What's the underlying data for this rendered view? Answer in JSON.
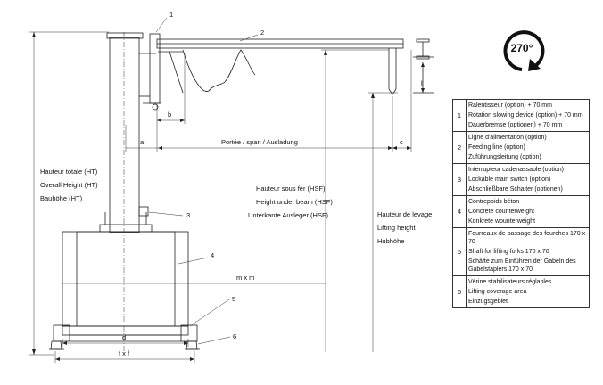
{
  "labels": {
    "callout_1": "1",
    "callout_2": "2",
    "callout_3": "3",
    "callout_4": "4",
    "callout_5": "5",
    "callout_6": "6",
    "dim_a": "a",
    "dim_b": "b",
    "dim_c": "c",
    "dim_d": "d",
    "dim_l": "l",
    "dim_mxm": "m x m",
    "dim_fxf": "f x f",
    "span": "Portée / span / Ausladung",
    "total_height": [
      "Hauteur totale (HT)",
      "Overall Height (HT)",
      "Bauhöhe (HT)"
    ],
    "height_under_beam": [
      "Hauteur sous fer (HSF)",
      "Height under beam (HSF)",
      "Unterkante Ausleger (HSF)"
    ],
    "lifting_height": [
      "Hauteur de levage",
      "Lifting height",
      "Hubhöhe"
    ],
    "rotation": "270°"
  },
  "legend": [
    {
      "num": "1",
      "lines": [
        "Ralentisseur (option) + 70 mm",
        "Rotation slowing device (option) + 70 mm",
        "Dauerbremse (optionen) + 70 mm"
      ]
    },
    {
      "num": "2",
      "lines": [
        "Ligne d'alimentation (option)",
        "Feeding line (option)",
        "Zuführungsleitung (option)"
      ]
    },
    {
      "num": "3",
      "lines": [
        "Interrupteur cadenassable (option)",
        "Lockable main switch (option)",
        "Abschließbare Schalter (optionen)"
      ]
    },
    {
      "num": "4",
      "lines": [
        "Contrepoids béton",
        "Concrete counterweight",
        "Konkrete wounterweight"
      ]
    },
    {
      "num": "5",
      "lines": [
        "Fourreaux de passage des fourches 170 x 70",
        "Shaft for lifting forks 170 x 70",
        "Schäfte zum Einführen der Gabeln des Gabelstaplers 170 x 70"
      ]
    },
    {
      "num": "6",
      "lines": [
        "Vérine stabilisateurs réglables",
        "Lifting coverage area",
        "Einzugsgebiet"
      ]
    }
  ]
}
